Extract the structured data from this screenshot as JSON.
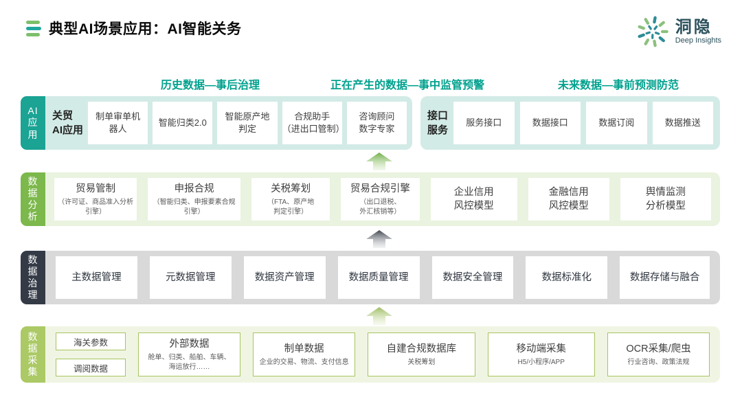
{
  "slide": {
    "title": "典型AI场景应用：AI智能关务",
    "logo": {
      "name": "洞隐",
      "subtitle": "Deep Insights"
    }
  },
  "column_headers": [
    "历史数据—事后治理",
    "正在产生的数据—事中监管预警",
    "未来数据—事前预测防范"
  ],
  "colors": {
    "teal_label": "#1BA394",
    "teal_tray": "#D3EBE6",
    "green_label": "#7CB84C",
    "green_tray": "#E9F3DF",
    "dark_label": "#343B47",
    "gray_tray": "#D9D9D9",
    "lime_label": "#ABC965",
    "lime_tray": "#F0F5E3",
    "box_border_green": "#A6C45F",
    "header_text": "#00A18E",
    "arrow_green": "#7FB95A",
    "arrow_dark": "#4A4F57",
    "arrow_lime": "#AFC878"
  },
  "layers": {
    "ai": {
      "side_label_lines": [
        "AI",
        "应",
        "用"
      ],
      "groups": [
        {
          "label_lines": [
            "关贸",
            "AI应用"
          ],
          "boxes": [
            {
              "title": "制单审单机\n器人"
            },
            {
              "title": "智能归类2.0"
            },
            {
              "title": "智能原产地\n判定"
            },
            {
              "title": "合规助手\n（进出口管制）"
            },
            {
              "title": "咨询顾问\n数字专家"
            }
          ]
        },
        {
          "label_lines": [
            "接口",
            "服务"
          ],
          "boxes": [
            {
              "title": "服务接口"
            },
            {
              "title": "数据接口"
            },
            {
              "title": "数据订阅"
            },
            {
              "title": "数据推送"
            }
          ]
        }
      ]
    },
    "analysis": {
      "side_label_lines": [
        "数",
        "据",
        "分",
        "析"
      ],
      "boxes": [
        {
          "title": "贸易管制",
          "subtitle": "（许可证、商品准入分析\n引擎）"
        },
        {
          "title": "申报合规",
          "subtitle": "（智能归类、申报要素合规\n引擎）"
        },
        {
          "title": "关税筹划",
          "subtitle": "（FTA、原产地\n判定引擎）"
        },
        {
          "title": "贸易合规引擎",
          "subtitle": "（出口退税、\n外汇核销等）"
        },
        {
          "title": "企业信用\n风控模型"
        },
        {
          "title": "金融信用\n风控模型"
        },
        {
          "title": "舆情监测\n分析模型"
        }
      ]
    },
    "governance": {
      "side_label_lines": [
        "数",
        "据",
        "治",
        "理"
      ],
      "boxes": [
        "主数据管理",
        "元数据管理",
        "数据资产管理",
        "数据质量管理",
        "数据安全管理",
        "数据标准化",
        "数据存储与融合"
      ]
    },
    "collection": {
      "side_label_lines": [
        "数",
        "据",
        "采",
        "集"
      ],
      "small_boxes": [
        "海关参数",
        "调阅数据"
      ],
      "boxes": [
        {
          "title": "外部数据",
          "subtitle": "舱单、归类、船舶、车辆、\n海运放行……"
        },
        {
          "title": "制单数据",
          "subtitle": "企业的交易、物流、支付信息"
        },
        {
          "title": "自建合规数据库",
          "subtitle": "关税筹划"
        },
        {
          "title": "移动端采集",
          "subtitle": "H5/小程序/APP"
        },
        {
          "title": "OCR采集/爬虫",
          "subtitle": "行业咨询、政策法规"
        }
      ]
    }
  }
}
